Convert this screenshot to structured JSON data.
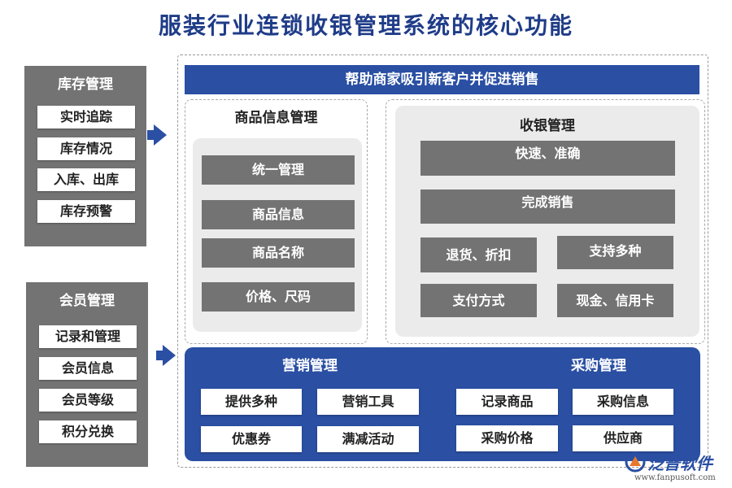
{
  "title": "服装行业连锁收银管理系统的核心功能",
  "inventory": {
    "title": "库存管理",
    "items": [
      "实时追踪",
      "库存情况",
      "入库、出库",
      "库存预警"
    ]
  },
  "member": {
    "title": "会员管理",
    "items": [
      "记录和管理",
      "会员信息",
      "会员等级",
      "积分兑换"
    ]
  },
  "banner": "帮助商家吸引新客户并促进销售",
  "product": {
    "title": "商品信息管理",
    "items": [
      "统一管理",
      "商品信息",
      "商品名称",
      "价格、尺码"
    ]
  },
  "cashier": {
    "title": "收银管理",
    "wide_items": [
      "快速、准确",
      "完成销售"
    ],
    "grid_items": [
      "退货、折扣",
      "支持多种",
      "支付方式",
      "现金、信用卡"
    ]
  },
  "marketing": {
    "title": "营销管理",
    "items": [
      "提供多种",
      "营销工具",
      "优惠券",
      "满减活动"
    ]
  },
  "purchase": {
    "title": "采购管理",
    "items": [
      "记录商品",
      "采购信息",
      "采购价格",
      "供应商"
    ]
  },
  "logo": {
    "name": "泛普软件",
    "url": "www.fanpusoft.com"
  },
  "colors": {
    "title": "#1f3c88",
    "accent_blue": "#2a4fa3",
    "panel_grey": "#737373",
    "light_grey": "#ebebeb"
  }
}
